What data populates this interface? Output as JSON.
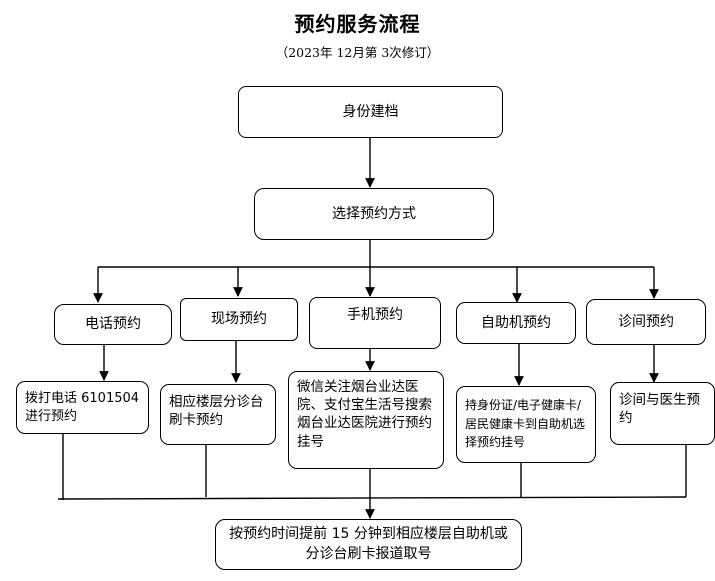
{
  "title": "预约服务流程",
  "subtitle": "（2023年 12月第 3次修订）",
  "nodes": {
    "identity": "身份建档",
    "choose": "选择预约方式",
    "phone": "电话预约",
    "onsite": "现场预约",
    "mobile": "手机预约",
    "kiosk": "自助机预约",
    "clinic": "诊间预约",
    "phone_detail": "拨打电话 6101504 进行预约",
    "onsite_detail": "相应楼层分诊台刷卡预约",
    "mobile_detail": "微信关注烟台业达医院、支付宝生活号搜索烟台业达医院进行预约挂号",
    "kiosk_detail": "持身份证/电子健康卡/居民健康卡到自助机选择预约挂号",
    "clinic_detail": "诊间与医生预约",
    "final": "按预约时间提前 15 分钟到相应楼层自助机或分诊台刷卡报道取号"
  }
}
